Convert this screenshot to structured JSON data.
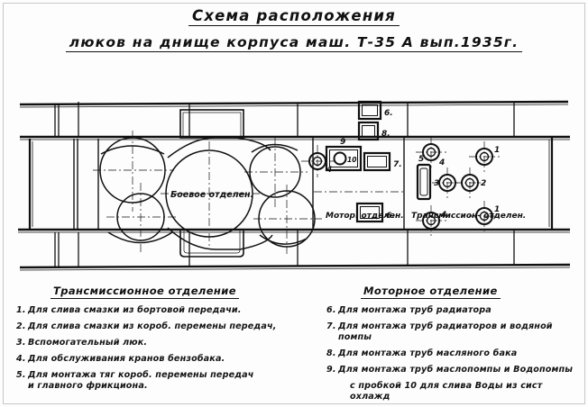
{
  "title": {
    "line1": "Схема  расположения",
    "line2": "люков на днище корпуса маш. Т-35 А вып.1935г."
  },
  "diagram": {
    "compartment_labels": {
      "fighting": "Боевое отделен.",
      "engine": "Мотор. отделен.",
      "transmission": "Трансмиссион- отделен."
    },
    "hatch_markers": [
      {
        "id": "h4-left",
        "number": "4",
        "shape": "circle"
      },
      {
        "id": "h6-top",
        "number": "6.",
        "shape": "rect"
      },
      {
        "id": "h8",
        "number": "8.",
        "shape": "rect"
      },
      {
        "id": "h9",
        "number": "9",
        "shape": "rect-plug"
      },
      {
        "id": "h10",
        "number": "10",
        "shape": "plug"
      },
      {
        "id": "h7",
        "number": "7.",
        "shape": "rect"
      },
      {
        "id": "h6-bottom",
        "number": "6.",
        "shape": "rect"
      },
      {
        "id": "h5",
        "number": "5",
        "shape": "slot"
      },
      {
        "id": "h3",
        "number": "3",
        "shape": "circle"
      },
      {
        "id": "h2",
        "number": "2",
        "shape": "circle"
      },
      {
        "id": "h4-tr-top",
        "number": "4",
        "shape": "circle"
      },
      {
        "id": "h1-top",
        "number": "1",
        "shape": "circle"
      },
      {
        "id": "h4-tr-bot",
        "number": "4",
        "shape": "circle"
      },
      {
        "id": "h1-bot",
        "number": "1",
        "shape": "circle"
      }
    ]
  },
  "legend": {
    "left": {
      "header": "Трансмиссионное отделение",
      "items": [
        {
          "num": "1.",
          "text": "Для слива смазки из бортовой передачи."
        },
        {
          "num": "2.",
          "text": "Для слива  смазки из короб. перемены передач,"
        },
        {
          "num": "3.",
          "text": "Вспомогательный люк."
        },
        {
          "num": "4.",
          "text": "Для обслуживания кранов бензобака."
        },
        {
          "num": "5.",
          "text": "Для монтажа тяг короб. перемены передач\nи главного фрикциона."
        }
      ]
    },
    "right": {
      "header": "Моторное отделение",
      "items": [
        {
          "num": "6.",
          "text": "Для монтажа труб радиатора"
        },
        {
          "num": "7.",
          "text": "Для монтажа труб радиаторов и водяной помпы"
        },
        {
          "num": "8.",
          "text": "Для монтажа труб масляного бака"
        },
        {
          "num": "9.",
          "text": "Для монтажа труб маслопомпы и Водопомпы"
        },
        {
          "num": "",
          "text": "с пробкой 10  для слива Воды из сист охлажд"
        }
      ]
    }
  },
  "colors": {
    "ink": "#111111",
    "paper": "#fdfdfd",
    "border": "#c8c8c8"
  }
}
